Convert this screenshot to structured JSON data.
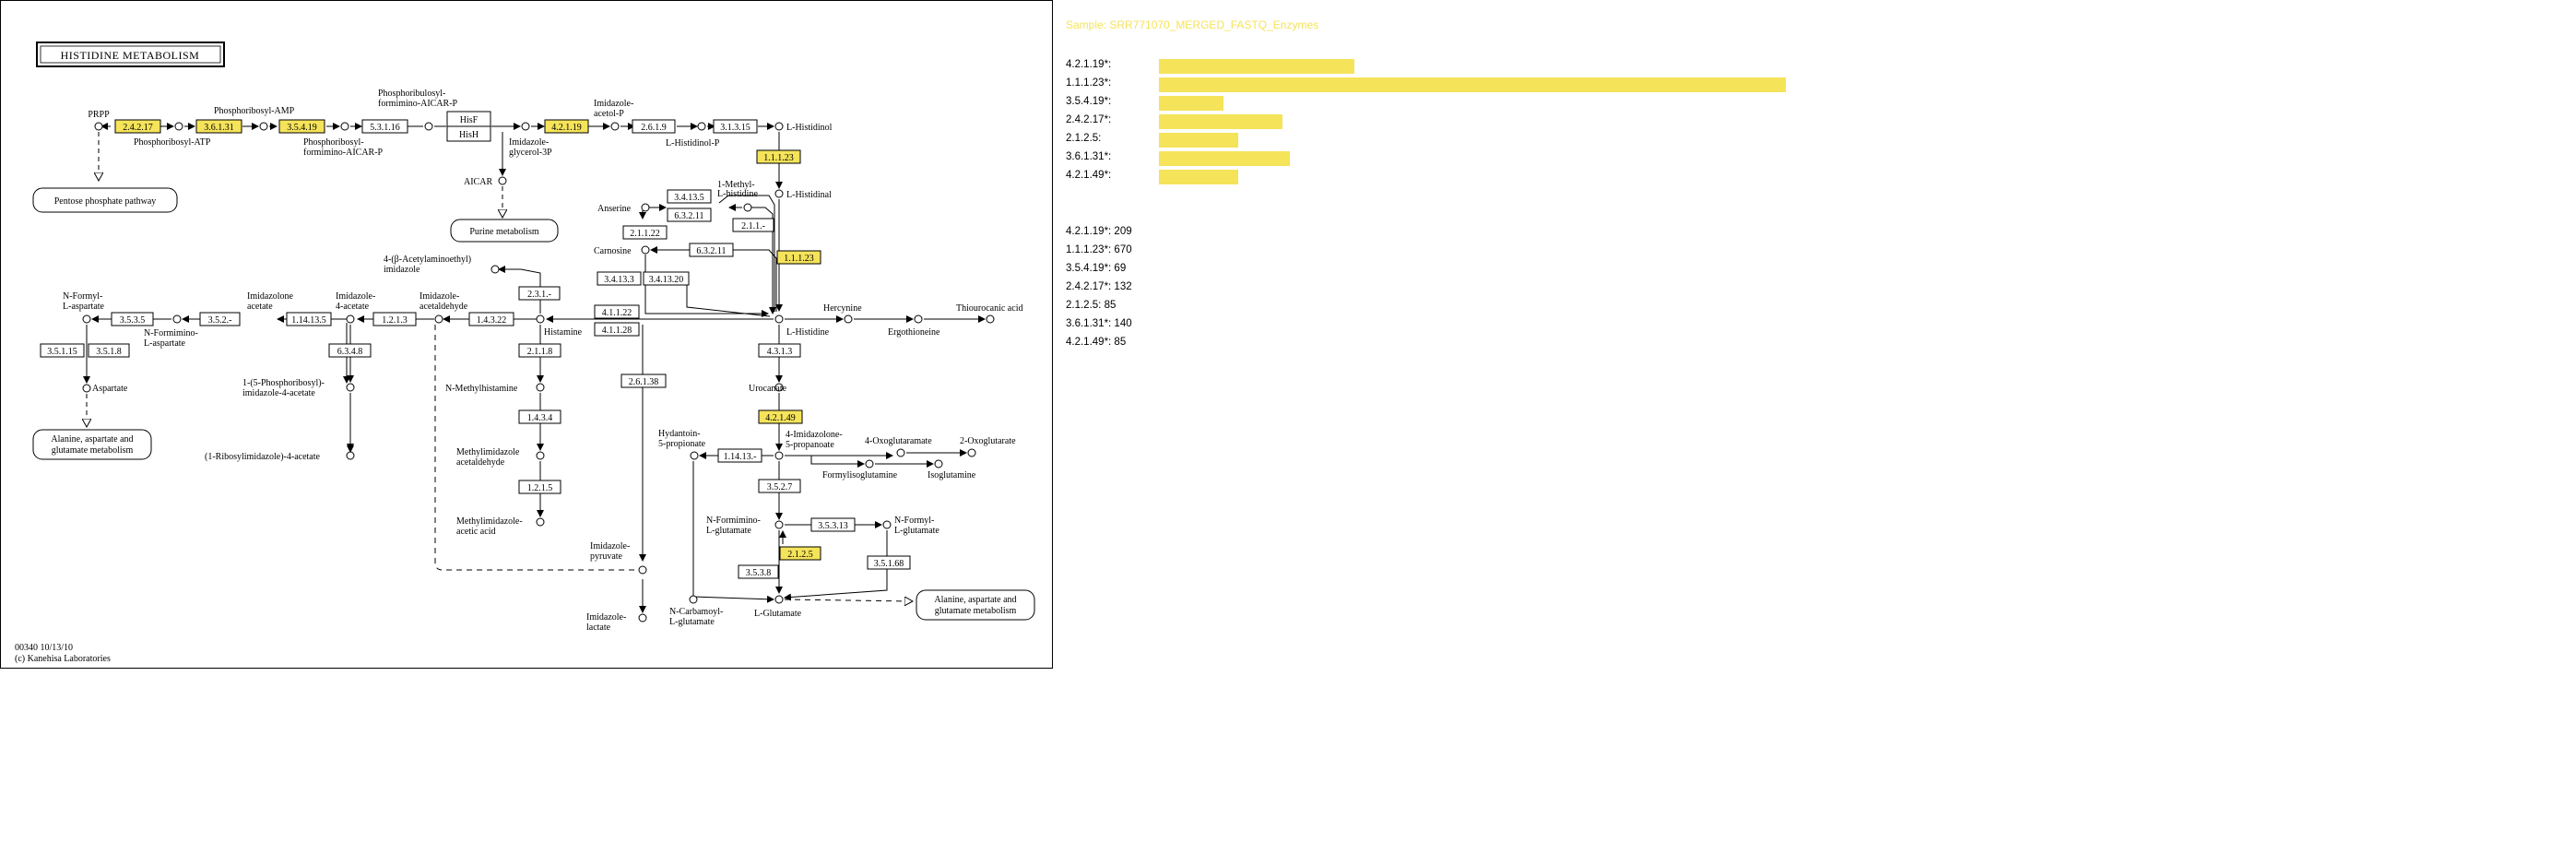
{
  "map": {
    "title": "HISTIDINE METABOLISM",
    "footer": [
      "00340 10/13/10",
      "(c) Kanehisa Laboratories"
    ],
    "highlight_color": "#f5e35a",
    "enzymes": [
      {
        "id": "e1",
        "label": "2.4.2.17",
        "hl": true
      },
      {
        "id": "e2",
        "label": "3.6.1.31",
        "hl": true
      },
      {
        "id": "e3",
        "label": "3.5.4.19",
        "hl": true
      },
      {
        "id": "e4",
        "label": "5.3.1.16",
        "hl": false
      },
      {
        "id": "e5",
        "label": "HisF",
        "hl": false
      },
      {
        "id": "e6",
        "label": "HisH",
        "hl": false
      },
      {
        "id": "e7",
        "label": "4.2.1.19",
        "hl": true
      },
      {
        "id": "e8",
        "label": "2.6.1.9",
        "hl": false
      },
      {
        "id": "e9",
        "label": "3.1.3.15",
        "hl": false
      },
      {
        "id": "e10",
        "label": "1.1.1.23",
        "hl": true
      },
      {
        "id": "e11",
        "label": "1.1.1.23",
        "hl": true
      },
      {
        "id": "e12",
        "label": "3.4.13.5",
        "hl": false
      },
      {
        "id": "e13",
        "label": "6.3.2.11",
        "hl": false
      },
      {
        "id": "e14",
        "label": "2.1.1.22",
        "hl": false
      },
      {
        "id": "e15",
        "label": "2.1.1.-",
        "hl": false
      },
      {
        "id": "e16",
        "label": "6.3.2.11",
        "hl": false
      },
      {
        "id": "e17",
        "label": "3.4.13.3",
        "hl": false
      },
      {
        "id": "e18",
        "label": "3.4.13.20",
        "hl": false
      },
      {
        "id": "e19",
        "label": "4.1.1.22",
        "hl": false
      },
      {
        "id": "e20",
        "label": "4.1.1.28",
        "hl": false
      },
      {
        "id": "e21",
        "label": "2.3.1.-",
        "hl": false
      },
      {
        "id": "e22",
        "label": "1.4.3.22",
        "hl": false
      },
      {
        "id": "e23",
        "label": "1.2.1.3",
        "hl": false
      },
      {
        "id": "e24",
        "label": "1.14.13.5",
        "hl": false
      },
      {
        "id": "e25",
        "label": "3.5.2.-",
        "hl": false
      },
      {
        "id": "e26",
        "label": "3.5.3.5",
        "hl": false
      },
      {
        "id": "e27",
        "label": "3.5.1.15",
        "hl": false
      },
      {
        "id": "e28",
        "label": "3.5.1.8",
        "hl": false
      },
      {
        "id": "e29",
        "label": "6.3.4.8",
        "hl": false
      },
      {
        "id": "e30",
        "label": "2.1.1.8",
        "hl": false
      },
      {
        "id": "e31",
        "label": "1.4.3.4",
        "hl": false
      },
      {
        "id": "e32",
        "label": "1.2.1.5",
        "hl": false
      },
      {
        "id": "e33",
        "label": "2.6.1.38",
        "hl": false
      },
      {
        "id": "e34",
        "label": "4.3.1.3",
        "hl": false
      },
      {
        "id": "e35",
        "label": "4.2.1.49",
        "hl": true
      },
      {
        "id": "e36",
        "label": "1.14.13.-",
        "hl": false
      },
      {
        "id": "e37",
        "label": "3.5.2.7",
        "hl": false
      },
      {
        "id": "e38",
        "label": "3.5.3.13",
        "hl": false
      },
      {
        "id": "e39",
        "label": "2.1.2.5",
        "hl": true
      },
      {
        "id": "e40",
        "label": "3.5.3.8",
        "hl": false
      },
      {
        "id": "e41",
        "label": "3.5.1.68",
        "hl": false
      }
    ],
    "compounds": [
      {
        "id": "c1",
        "label": "PRPP"
      },
      {
        "id": "c2",
        "label": "Phosphoribosyl-AMP"
      },
      {
        "id": "c3",
        "label": "Phosphoribosyl-ATP"
      },
      {
        "id": "c4",
        "label": "Phosphoribosyl-"
      },
      {
        "id": "c4b",
        "label": "formimino-AICAR-P"
      },
      {
        "id": "c5",
        "label": "Phosphoribulosyl-"
      },
      {
        "id": "c5b",
        "label": "formimino-AICAR-P"
      },
      {
        "id": "c6",
        "label": "Imidazole-"
      },
      {
        "id": "c6b",
        "label": "glycerol-3P"
      },
      {
        "id": "c7",
        "label": "AICAR"
      },
      {
        "id": "c8",
        "label": "Imidazole-"
      },
      {
        "id": "c8b",
        "label": "acetol-P"
      },
      {
        "id": "c9",
        "label": "L-Histidinol-P"
      },
      {
        "id": "c10",
        "label": "L-Histidinol"
      },
      {
        "id": "c11",
        "label": "L-Histidinal"
      },
      {
        "id": "c12",
        "label": "1-Methyl-"
      },
      {
        "id": "c12b",
        "label": "L-histidine"
      },
      {
        "id": "c13",
        "label": "Anserine"
      },
      {
        "id": "c14",
        "label": "Carnosine"
      },
      {
        "id": "c15",
        "label": "4-(β-Acetylaminoethyl)"
      },
      {
        "id": "c15b",
        "label": "imidazole"
      },
      {
        "id": "c16",
        "label": "Imidazole-"
      },
      {
        "id": "c16b",
        "label": "acetaldehyde"
      },
      {
        "id": "c17",
        "label": "Imidazole-"
      },
      {
        "id": "c17b",
        "label": "4-acetate"
      },
      {
        "id": "c18",
        "label": "Imidazolone"
      },
      {
        "id": "c18b",
        "label": "acetate"
      },
      {
        "id": "c19",
        "label": "N-Formyl-"
      },
      {
        "id": "c19b",
        "label": "L-aspartate"
      },
      {
        "id": "c20",
        "label": "N-Formimino-"
      },
      {
        "id": "c20b",
        "label": "L-aspartate"
      },
      {
        "id": "c21",
        "label": "Histamine"
      },
      {
        "id": "c22",
        "label": "L-Histidine"
      },
      {
        "id": "c23",
        "label": "Hercynine"
      },
      {
        "id": "c24",
        "label": "Ergothioneine"
      },
      {
        "id": "c25",
        "label": "Thiourocanic acid"
      },
      {
        "id": "c26",
        "label": "N-Methylhistamine"
      },
      {
        "id": "c27",
        "label": "Methylimidazole"
      },
      {
        "id": "c27b",
        "label": "acetaldehyde"
      },
      {
        "id": "c28",
        "label": "Methylimidazole-"
      },
      {
        "id": "c28b",
        "label": "acetic acid"
      },
      {
        "id": "c29",
        "label": "Aspartate"
      },
      {
        "id": "c30",
        "label": "1-(5-Phosphoribosyl)-"
      },
      {
        "id": "c30b",
        "label": "imidazole-4-acetate"
      },
      {
        "id": "c31",
        "label": "(1-Ribosylimidazole)-4-acetate"
      },
      {
        "id": "c32",
        "label": "Urocanate"
      },
      {
        "id": "c33",
        "label": "Hydantoin-"
      },
      {
        "id": "c33b",
        "label": "5-propionate"
      },
      {
        "id": "c34",
        "label": "4-Imidazolone-"
      },
      {
        "id": "c34b",
        "label": "5-propanoate"
      },
      {
        "id": "c35",
        "label": "4-Oxoglutaramate"
      },
      {
        "id": "c36",
        "label": "2-Oxoglutarate"
      },
      {
        "id": "c37",
        "label": "Formylisoglutamine"
      },
      {
        "id": "c38",
        "label": "Isoglutamine"
      },
      {
        "id": "c39",
        "label": "N-Formimino-"
      },
      {
        "id": "c39b",
        "label": "L-glutamate"
      },
      {
        "id": "c40",
        "label": "N-Formyl-"
      },
      {
        "id": "c40b",
        "label": "L-glutamate"
      },
      {
        "id": "c41",
        "label": "L-Glutamate"
      },
      {
        "id": "c42",
        "label": "N-Carbamoyl-"
      },
      {
        "id": "c42b",
        "label": "L-glutamate"
      },
      {
        "id": "c43",
        "label": "Imidazole-"
      },
      {
        "id": "c43b",
        "label": "pyruvate"
      },
      {
        "id": "c44",
        "label": "Imidazole-"
      },
      {
        "id": "c44b",
        "label": "lactate"
      }
    ],
    "pathways": [
      {
        "id": "p1",
        "label": "Pentose phosphate pathway"
      },
      {
        "id": "p2",
        "label": "Purine metabolism"
      },
      {
        "id": "p3",
        "label": "Alanine, aspartate and"
      },
      {
        "id": "p3b",
        "label": "glutamate metabolism"
      },
      {
        "id": "p4",
        "label": "Alanine, aspartate and"
      },
      {
        "id": "p4b",
        "label": "glutamate metabolism"
      }
    ]
  },
  "summary": {
    "sample_title": "Sample: SRR771070_MERGED_FASTQ_Enzymes",
    "bar_color": "#f5e35a",
    "bars": [
      {
        "label": "4.2.1.19*:",
        "value": 209
      },
      {
        "label": "1.1.1.23*:",
        "value": 670
      },
      {
        "label": "3.5.4.19*:",
        "value": 69
      },
      {
        "label": "2.4.2.17*:",
        "value": 132
      },
      {
        "label": "2.1.2.5:",
        "value": 85
      },
      {
        "label": "3.6.1.31*:",
        "value": 140
      },
      {
        "label": "4.2.1.49*:",
        "value": 85
      }
    ],
    "counts": [
      {
        "label": "4.2.1.19*:",
        "value": "209"
      },
      {
        "label": "1.1.1.23*:",
        "value": "670"
      },
      {
        "label": "3.5.4.19*:",
        "value": "69"
      },
      {
        "label": "2.4.2.17*:",
        "value": "132"
      },
      {
        "label": "2.1.2.5:",
        "value": "85"
      },
      {
        "label": "3.6.1.31*:",
        "value": "140"
      },
      {
        "label": "4.2.1.49*:",
        "value": "85"
      }
    ]
  }
}
